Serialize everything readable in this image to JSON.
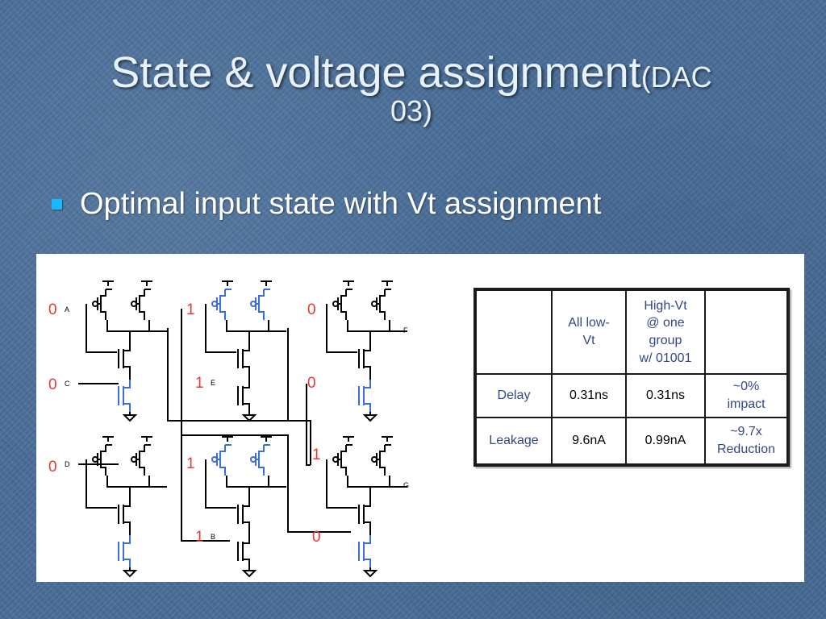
{
  "slide": {
    "title_main": "State & voltage assignment",
    "title_suffix_1": "(DAC",
    "title_suffix_2": "03)",
    "bullet": "Optimal input state with Vt assignment"
  },
  "circuit": {
    "inputs": [
      {
        "state": "0",
        "name": "A"
      },
      {
        "state": "0",
        "name": "C"
      },
      {
        "state": "0",
        "name": "D"
      },
      {
        "state": "1",
        "name": "E"
      },
      {
        "state": "1",
        "name": "B"
      }
    ],
    "internal_states": [
      "1",
      "0",
      "0",
      "1",
      "1",
      "0"
    ],
    "outputs": [
      "F",
      "G"
    ]
  },
  "table": {
    "header": [
      "",
      "All low-Vt",
      "High-Vt @ one group w/ 01001",
      ""
    ],
    "header_lines": {
      "col1": [
        "All low-",
        "Vt"
      ],
      "col2": [
        "High-Vt",
        "@ one",
        "group",
        "w/ 01001"
      ]
    },
    "rows": [
      {
        "label": "Delay",
        "low": "0.31ns",
        "high": "0.31ns",
        "impact_lines": [
          "~0%",
          "impact"
        ]
      },
      {
        "label": "Leakage",
        "low": "9.6nA",
        "high": "0.99nA",
        "impact_lines": [
          "~9.7x",
          "Reduction"
        ]
      }
    ]
  },
  "colors": {
    "background": "#4a6f9a",
    "title": "#e8f2ff",
    "bullet": "#1ab8ff",
    "state_label": "#e53935",
    "high_vt_transistor": "#3b6fd8",
    "table_text": "#33468a"
  }
}
